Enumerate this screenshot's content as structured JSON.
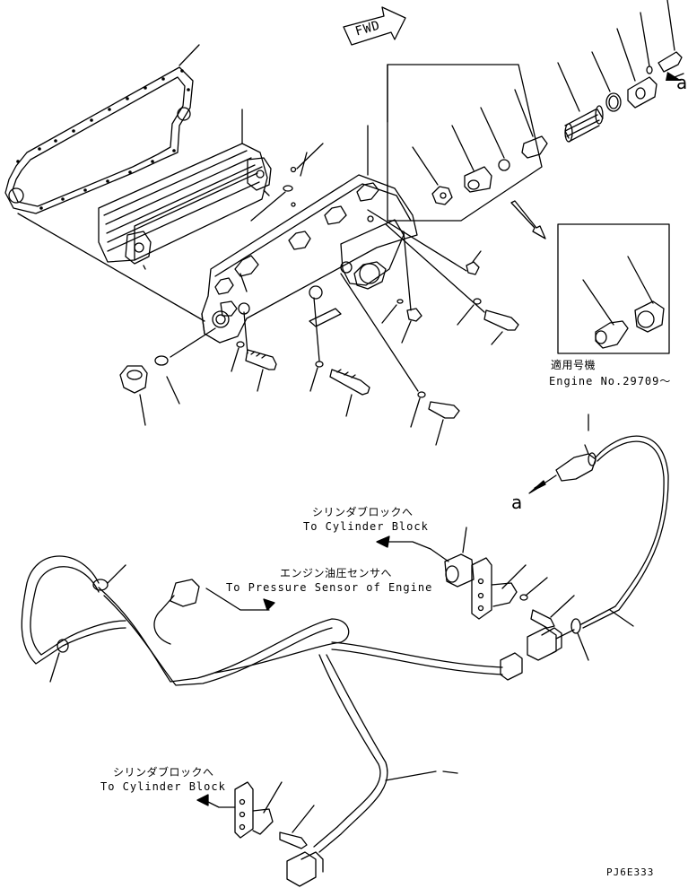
{
  "figure": {
    "fwd_label": "FWD",
    "ref_top": "a",
    "ref_mid": "a",
    "serial_jp": "適用号機",
    "serial_en": "Engine No.29709～",
    "dest1_jp": "シリンダブロックへ",
    "dest1_en": "To Cylinder Block",
    "dest2_jp": "エンジン油圧センサへ",
    "dest2_en": "To Pressure Sensor of Engine",
    "dest3_jp": "シリンダブロックへ",
    "dest3_en": "To Cylinder Block",
    "drawing_code": "PJ6E333"
  }
}
